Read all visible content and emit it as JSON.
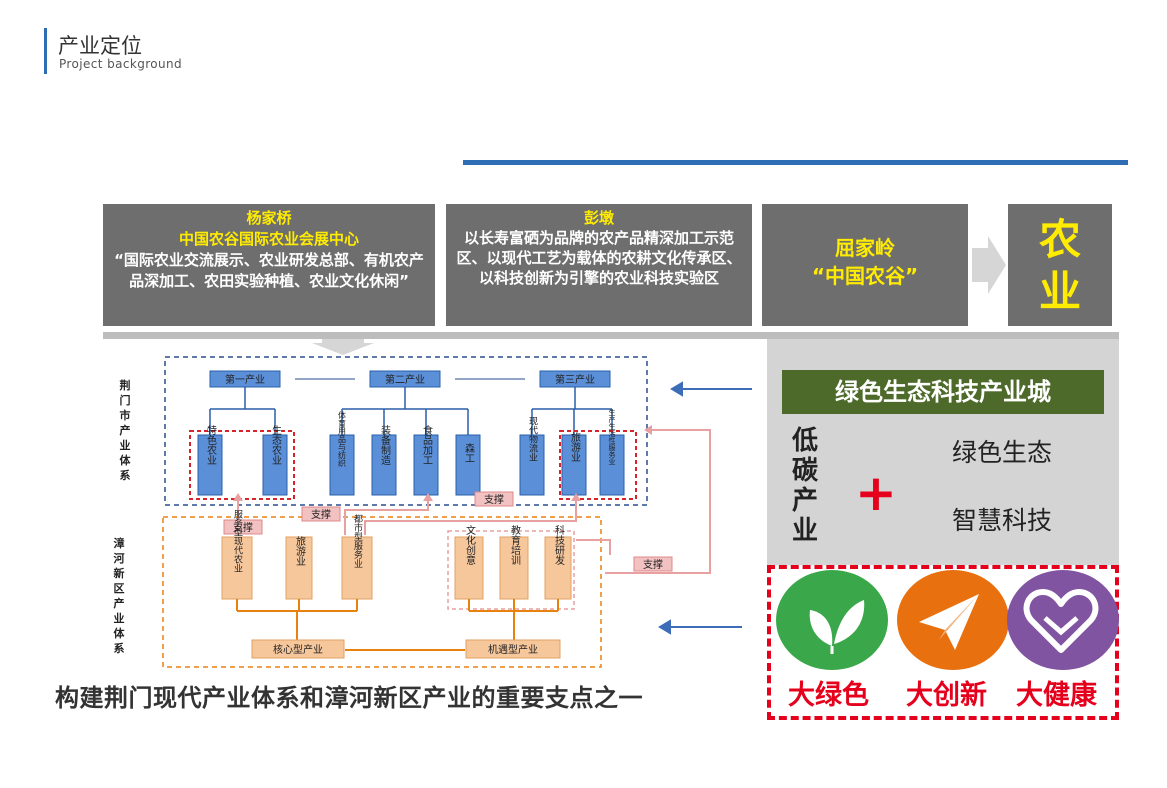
{
  "header": {
    "title": "产业定位",
    "subtitle": "Project background"
  },
  "cards": {
    "c1": {
      "line1": "杨家桥",
      "line2": "中国农谷国际农业会展中心",
      "body": "“国际农业交流展示、农业研发总部、有机农产品深加工、农田实验种植、农业文化休闲”"
    },
    "c2": {
      "line1": "彭墩",
      "body": "以长寿富硒为品牌的农产品精深加工示范区、以现代工艺为载体的农耕文化传承区、以科技创新为引擎的农业科技实验区"
    },
    "c3": {
      "line1": "屈家岭",
      "line2": "“中国农谷”"
    },
    "c4": {
      "line1": "农",
      "line2": "业"
    }
  },
  "diagram": {
    "side_label_top": "荆门市产业体系",
    "side_label_bottom": "漳河新区产业体系",
    "sectors": [
      "第一产业",
      "第二产业",
      "第三产业"
    ],
    "industries": [
      "特色农业",
      "生态农业",
      "体育用品与纺织",
      "装备制造",
      "食品加工",
      "森工",
      "现代物流业",
      "旅游业",
      "生产生活性服务业"
    ],
    "local": [
      "服务型现代农业",
      "旅游业",
      "都市型服务业",
      "文化创意",
      "教育培训",
      "科技研发"
    ],
    "core": [
      "核心型产业",
      "机遇型产业"
    ],
    "support": "支撑"
  },
  "right": {
    "banner": "绿色生态科技产业城",
    "vertical": "低碳产业",
    "plus": "+",
    "items": [
      "绿色生态",
      "智慧科技"
    ],
    "labels": [
      "大绿色",
      "大创新",
      "大健康"
    ],
    "colors": {
      "green": "#3aa84a",
      "orange": "#e8700e",
      "purple": "#8154a1",
      "red": "#e5001c"
    }
  },
  "bottom": {
    "caption": "构建荆门现代产业体系和漳河新区产业的重要支点之一"
  }
}
